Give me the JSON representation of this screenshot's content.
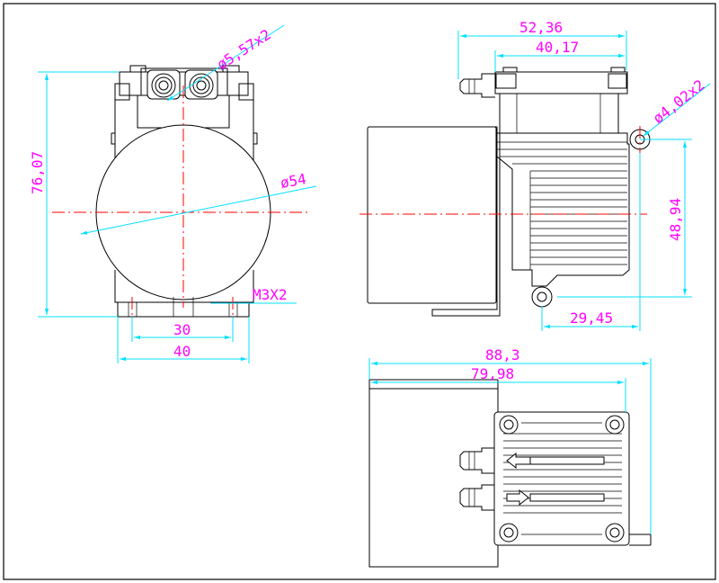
{
  "drawing": {
    "front_view": {
      "height_dim": "76,07",
      "port_dia_dim": "ø5,57x2",
      "body_dia_dim": "ø54",
      "thread_dim": "M3X2",
      "hole_spacing_dim": "30",
      "base_width_dim": "40"
    },
    "side_view": {
      "overall_dim": "52,36",
      "flange_dim": "40,17",
      "mount_hole_dim": "ø4,02x2",
      "hole_vertical_dim": "48,94",
      "hole_horizontal_dim": "29,45"
    },
    "top_view": {
      "overall_length_dim": "88,3",
      "body_length_dim": "79,98",
      "outlet_arrow": "⇦",
      "inlet_arrow": "⇨"
    },
    "colors": {
      "dimension_line": "#00e0ff",
      "dimension_text": "#ff00ff",
      "center_line": "#ff0000",
      "outline": "#000000"
    }
  }
}
